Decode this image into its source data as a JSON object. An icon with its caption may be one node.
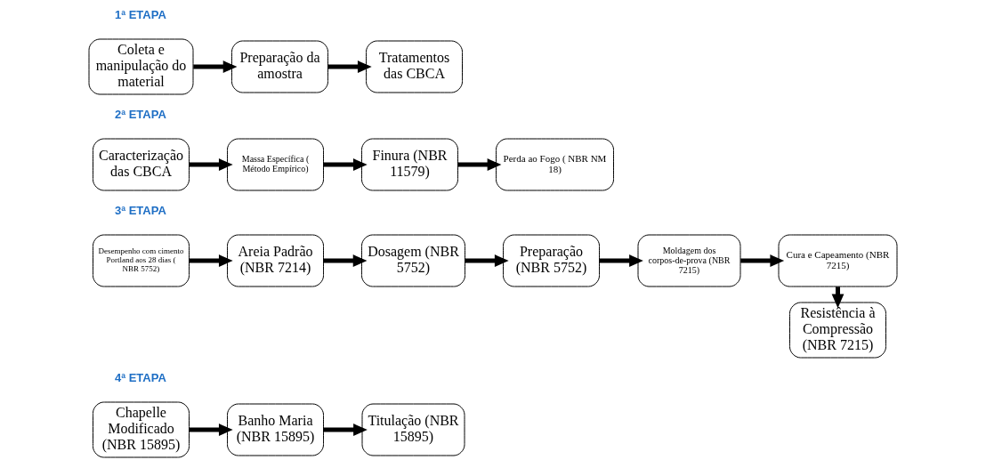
{
  "diagram": {
    "nodes": [
      {
        "text": [
          "Coleta e manipulação do material"
        ]
      },
      {
        "text": [
          "Preparação da amostra"
        ]
      },
      {
        "text": [
          "Tratamentos das CBCA"
        ]
      },
      {
        "text": [
          "Caracterização das CBCA"
        ]
      },
      {
        "text": [
          "Massa Específica ( Método Empírico)"
        ]
      },
      {
        "text": [
          "Finura (NBR 11579)"
        ]
      },
      {
        "text": [
          "Perda ao Fogo ( NBR NM 18)"
        ]
      },
      {
        "text": [
          "Desempenho com cimento Portland aos 28 dias ( NBR 5752)"
        ]
      },
      {
        "text": [
          "Areia Padrão (NBR 7214)"
        ]
      },
      {
        "text": [
          "Dosagem (NBR 5752)"
        ]
      },
      {
        "text": [
          "Preparação (NBR 5752)"
        ]
      },
      {
        "text": [
          "Moldagem dos corpos-de-prova (NBR 7215)"
        ]
      },
      {
        "text": [
          "Cura e Capeamento (NBR 7215)"
        ]
      },
      {
        "text": [
          "Resistência à Compressão (NBR 7215)"
        ]
      },
      {
        "text": [
          "Chapelle Modificado (NBR 15895)"
        ]
      },
      {
        "text": [
          "Banho Maria (NBR 15895)"
        ]
      },
      {
        "text": [
          "Titulação (NBR 15895)"
        ]
      }
    ],
    "edges": [
      {
        "from": 0,
        "to": 1,
        "arrow": "to"
      },
      {
        "from": 1,
        "to": 2,
        "arrow": "to"
      },
      {
        "from": 3,
        "to": 4,
        "arrow": "to"
      },
      {
        "from": 4,
        "to": 5,
        "arrow": "to"
      },
      {
        "from": 5,
        "to": 6,
        "arrow": "to"
      },
      {
        "from": 7,
        "to": 8,
        "arrow": "to"
      },
      {
        "from": 8,
        "to": 9,
        "arrow": "to"
      },
      {
        "from": 9,
        "to": 10,
        "arrow": "to"
      },
      {
        "from": 10,
        "to": 11,
        "arrow": "to"
      },
      {
        "from": 11,
        "to": 12,
        "arrow": "to"
      },
      {
        "from": 12,
        "to": 13,
        "arrow": "to"
      },
      {
        "from": 14,
        "to": 15,
        "arrow": "to"
      },
      {
        "from": 15,
        "to": 16,
        "arrow": "to"
      }
    ],
    "labels": [
      "1ª ETAPA",
      "2ª ETAPA",
      "3ª ETAPA",
      "4ª ETAPA"
    ]
  }
}
